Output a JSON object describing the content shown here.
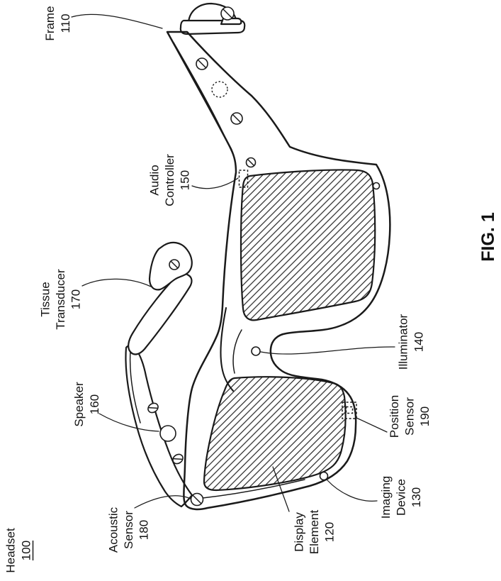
{
  "figure": {
    "caption": "FIG. 1",
    "colors": {
      "ink": "#1a1a1a",
      "background": "#ffffff",
      "text": "#111111"
    },
    "labels": {
      "headset": {
        "l1": "Headset",
        "l2": "100"
      },
      "frame": {
        "l1": "Frame",
        "l2": "110"
      },
      "display_element": {
        "l1": "Display",
        "l2": "Element",
        "l3": "120"
      },
      "imaging_device": {
        "l1": "Imaging",
        "l2": "Device",
        "l3": "130"
      },
      "illuminator": {
        "l1": "Illuminator",
        "l2": "140"
      },
      "audio_controller": {
        "l1": "Audio",
        "l2": "Controller",
        "l3": "150"
      },
      "speaker": {
        "l1": "Speaker",
        "l2": "160"
      },
      "tissue_transducer": {
        "l1": "Tissue",
        "l2": "Transducer",
        "l3": "170"
      },
      "acoustic_sensor": {
        "l1": "Acoustic",
        "l2": "Sensor",
        "l3": "180"
      },
      "position_sensor": {
        "l1": "Position",
        "l2": "Sensor",
        "l3": "190"
      }
    }
  }
}
